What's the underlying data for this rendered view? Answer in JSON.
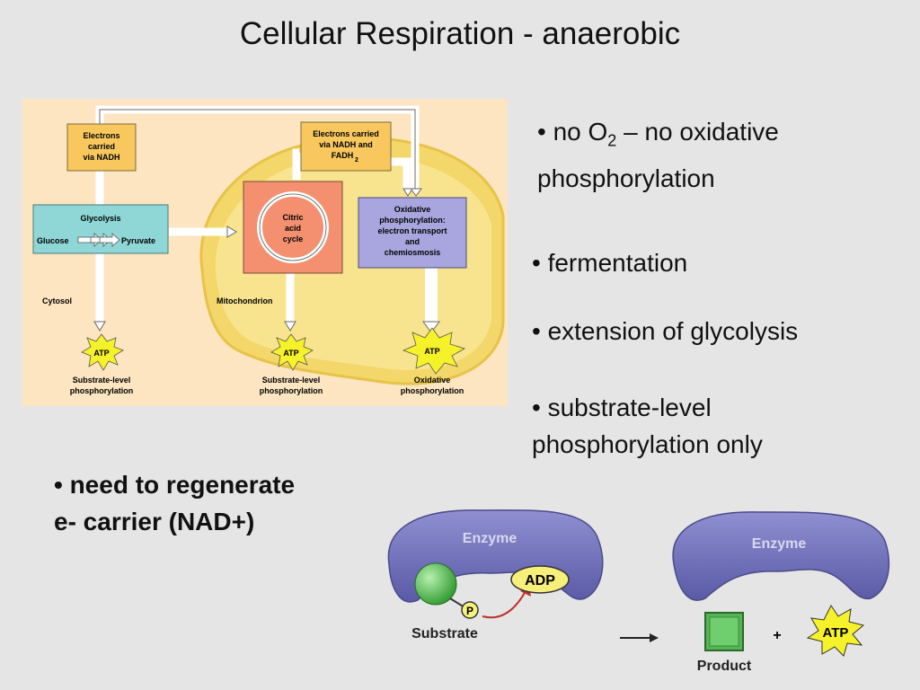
{
  "title": "Cellular Respiration - anaerobic",
  "diagram": {
    "electrons_nadh": [
      "Electrons",
      "carried",
      "via NADH"
    ],
    "electrons_nadh_fadh2": [
      "Electrons carried",
      "via NADH and",
      "FADH",
      "2"
    ],
    "glycolysis": "Glycolysis",
    "glucose": "Glucose",
    "pyruvate": "Pyruvate",
    "citric_acid_cycle": [
      "Citric",
      "acid",
      "cycle"
    ],
    "oxidative_phosphorylation": [
      "Oxidative",
      "phosphorylation:",
      "electron transport",
      "and",
      "chemiosmosis"
    ],
    "cytosol": "Cytosol",
    "mitochondrion": "Mitochondrion",
    "atp": "ATP",
    "substrate_level_1": [
      "Substrate-level",
      "phosphorylation"
    ],
    "substrate_level_2": [
      "Substrate-level",
      "phosphorylation"
    ],
    "oxidative_label": [
      "Oxidative",
      "phosphorylation"
    ]
  },
  "bullets": {
    "no_o2_prefix": "• no O",
    "no_o2_sub": "2",
    "no_o2_suffix": " – no oxidative",
    "no_o2_line2": "phosphorylation",
    "fermentation": "• fermentation",
    "extension": "• extension of glycolysis",
    "substrate_line1": "• substrate-level",
    "substrate_line2": "phosphorylation only",
    "regenerate_line1": "• need to regenerate",
    "regenerate_line2": "e- carrier (NAD+)"
  },
  "enzyme_figure": {
    "enzyme_left": "Enzyme",
    "enzyme_right": "Enzyme",
    "adp": "ADP",
    "p": "P",
    "substrate": "Substrate",
    "plus": "+",
    "atp": "ATP",
    "product": "Product"
  }
}
